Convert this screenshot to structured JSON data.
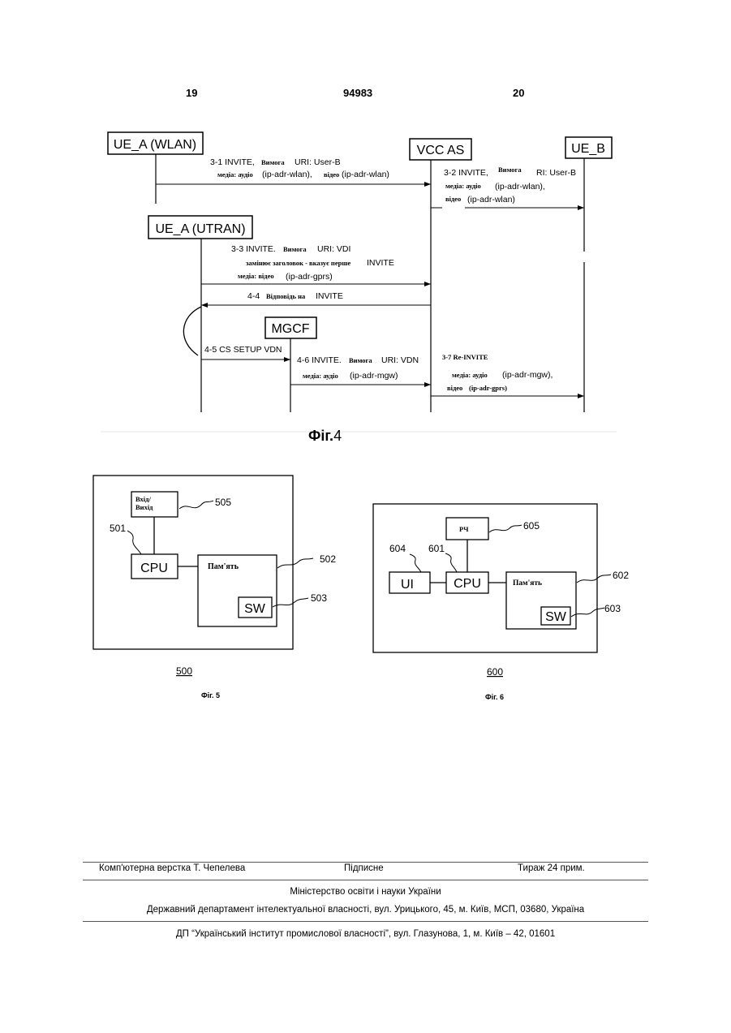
{
  "header": {
    "left_page": "19",
    "patent_number": "94983",
    "right_page": "20"
  },
  "fig4": {
    "entities": {
      "ue_a_wlan": "UE_A (WLAN)",
      "vcc_as": "VCC AS",
      "ue_b": "UE_B",
      "ue_a_utran": "UE_A (UTRAN)",
      "mgcf": "MGCF"
    },
    "messages": {
      "m31_a": "3-1 INVITE,",
      "m31_b": "Вимога",
      "m31_c": "URI: User-B",
      "m31_d": "медіа: аудіо",
      "m31_e": "(ip-adr-wlan),",
      "m31_f": "відео",
      "m31_g": "(ip-adr-wlan)",
      "m32_a": "3-2 INVITE,",
      "m32_b": "Вимога",
      "m32_c": "RI: User-B",
      "m32_d": "медіа: аудіо",
      "m32_e": "(ip-adr-wlan),",
      "m32_f": "відео",
      "m32_g": "(ip-adr-wlan)",
      "m33_a": "3-3 INVITE.",
      "m33_b": "Вимога",
      "m33_c": "URI: VDI",
      "m33_d": "замінює заголовок - вказує перше",
      "m33_e": "INVITE",
      "m33_f": "медіа: відео",
      "m33_g": "(ip-adr-gprs)",
      "m44_a": "4-4",
      "m44_b": "Відповідь на",
      "m44_c": "INVITE",
      "m45": "4-5 CS SETUP VDN",
      "m46_a": "4-6 INVITE.",
      "m46_b": "Вимога",
      "m46_c": "URI: VDN",
      "m46_d": "медіа: аудіо",
      "m46_e": "(ip-adr-mgw)",
      "m37_a": "3-7 Re-INVITE",
      "m37_b": "медіа: аудіо",
      "m37_c": "(ip-adr-mgw),",
      "m37_d": "відео",
      "m37_e": "(ip-adr-gprs)"
    },
    "caption_prefix": "Фіг.",
    "caption_num": "4"
  },
  "fig5": {
    "io_line1": "Вхід/",
    "io_line2": "Вихід",
    "cpu": "CPU",
    "memory": "Пам'ять",
    "sw": "SW",
    "ref_505": "505",
    "ref_501": "501",
    "ref_502": "502",
    "ref_503": "503",
    "ref_500": "500",
    "caption": "Фіг. 5"
  },
  "fig6": {
    "rf": "РЧ",
    "ui": "UI",
    "cpu": "CPU",
    "memory": "Пам'ять",
    "sw": "SW",
    "ref_605": "605",
    "ref_604": "604",
    "ref_601": "601",
    "ref_602": "602",
    "ref_603": "603",
    "ref_600": "600",
    "caption": "Фіг. 6"
  },
  "footer": {
    "layout": "Комп'ютерна верстка Т. Чепелева",
    "signed": "Підписне",
    "circulation": "Тираж 24 прим.",
    "ministry": "Міністерство освіти і науки України",
    "department": "Державний департамент інтелектуальної власності, вул. Урицького, 45, м. Київ, МСП, 03680, Україна",
    "institute": "ДП “Український інститут промислової власності”, вул. Глазунова, 1, м. Київ – 42, 01601"
  }
}
